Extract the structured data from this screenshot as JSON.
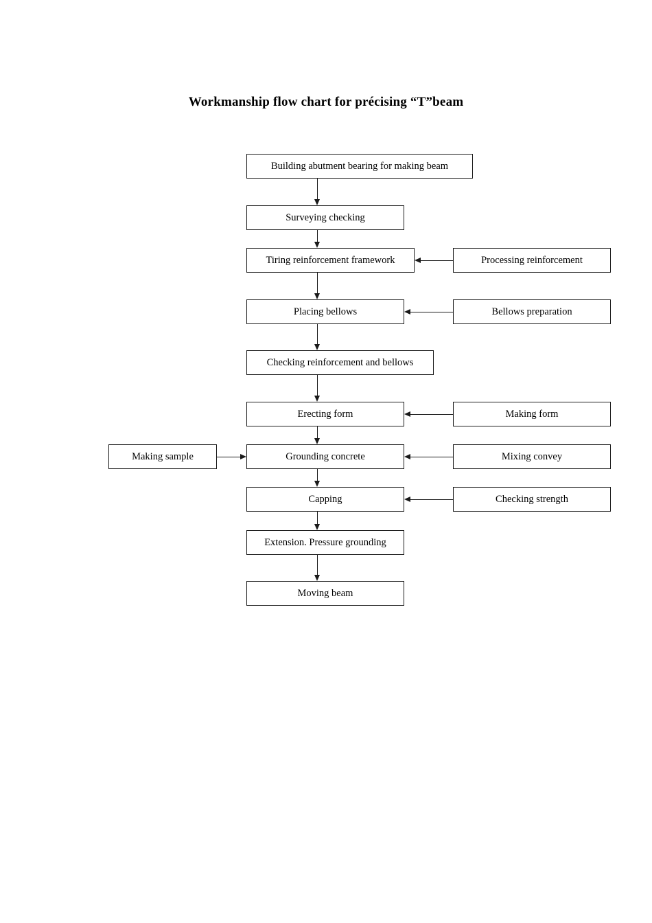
{
  "document": {
    "title": "Workmanship flow chart for précising “T”beam"
  },
  "diagram": {
    "type": "flowchart",
    "orientation": "top-to-bottom",
    "border_color": "#1a1a1a",
    "background_color": "#ffffff",
    "main_sequence": [
      {
        "id": "n1",
        "label": "Building abutment bearing for making beam"
      },
      {
        "id": "n2",
        "label": "Surveying checking"
      },
      {
        "id": "n3",
        "label": "Tiring reinforcement framework"
      },
      {
        "id": "n4",
        "label": "Placing bellows"
      },
      {
        "id": "n5",
        "label": "Checking reinforcement and bellows"
      },
      {
        "id": "n6",
        "label": "Erecting form"
      },
      {
        "id": "n7",
        "label": "Grounding concrete"
      },
      {
        "id": "n8",
        "label": "Capping"
      },
      {
        "id": "n9",
        "label": "Extension. Pressure grounding"
      },
      {
        "id": "n10",
        "label": "Moving beam"
      }
    ],
    "right_inputs": [
      {
        "id": "r1",
        "label": "Processing reinforcement",
        "feeds": "Tiring reinforcement framework"
      },
      {
        "id": "r2",
        "label": "Bellows preparation",
        "feeds": "Placing bellows"
      },
      {
        "id": "r3",
        "label": "Making form",
        "feeds": "Erecting form"
      },
      {
        "id": "r4",
        "label": "Mixing convey",
        "feeds": "Grounding concrete"
      },
      {
        "id": "r5",
        "label": "Checking strength",
        "feeds": "Capping"
      }
    ],
    "left_inputs": [
      {
        "id": "l1",
        "label": "Making sample",
        "feeds": "Grounding concrete"
      }
    ]
  }
}
